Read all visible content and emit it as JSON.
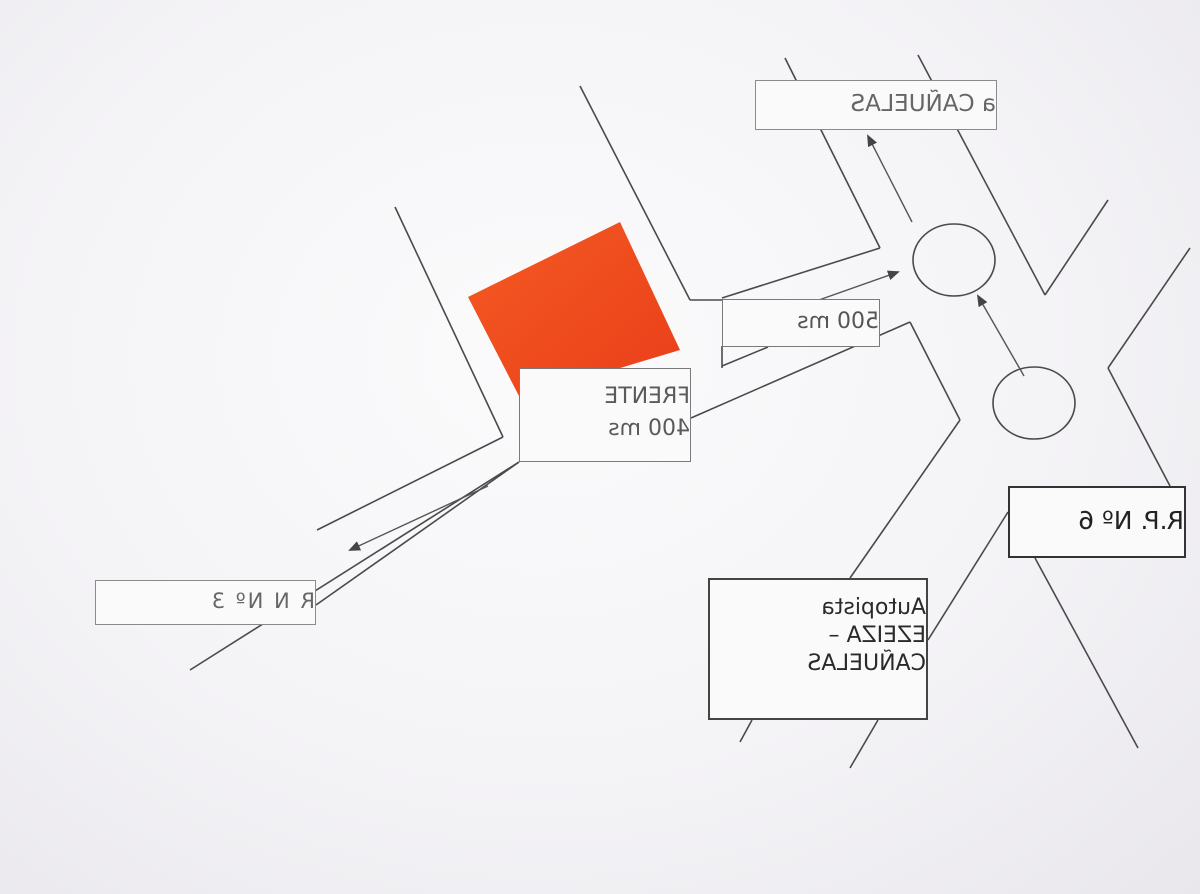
{
  "map": {
    "labels": {
      "to_canuelas": "a CAÑUELAS",
      "distance_500": "500 ms",
      "frente_line1": "FRENTE",
      "frente_line2": "400 ms",
      "ruta_nacional_3": "R N Nº 3",
      "ruta_provincial_6": "R.P. Nº 6",
      "autopista_line1": "Autopista",
      "autopista_line2": "EZEIZA –",
      "autopista_line3": "CAÑUELAS"
    },
    "text_mirrored": true,
    "colors": {
      "property_lot": "#f04a1e",
      "road_lines": "#3a3a3a",
      "background": "#f5f4f6"
    },
    "icons": [
      "arrow-up-left-icon",
      "arrow-up-right-icon",
      "arrow-left-icon",
      "arrow-up-icon",
      "roundabout-icon",
      "property-lot-icon"
    ]
  }
}
